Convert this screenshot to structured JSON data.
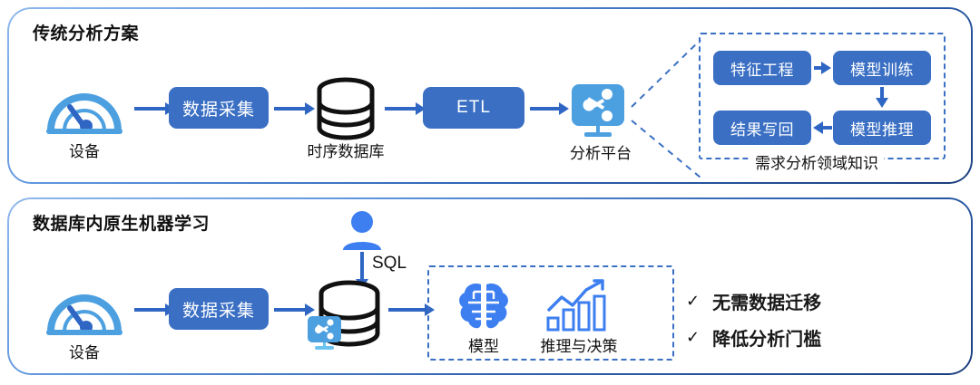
{
  "diagram": {
    "title_traditional": "传统分析方案",
    "title_native": "数据库内原生机器学习"
  },
  "top_panel": {
    "title": "传统分析方案",
    "device_label": "设备",
    "device_icon": "gauge-icon",
    "collect_label": "数据采集",
    "db_label": "时序数据库",
    "db_icon": "database-cylinder-icon",
    "etl_label": "ETL",
    "platform_label": "分析平台",
    "platform_icon": "share-monitor-icon",
    "detail_box": {
      "label": "需求分析领域知识",
      "steps": [
        {
          "label": "特征工程"
        },
        {
          "label": "模型训练"
        },
        {
          "label": "模型推理"
        },
        {
          "label": "结果写回"
        }
      ]
    }
  },
  "bottom_panel": {
    "title": "数据库内原生机器学习",
    "device_label": "设备",
    "device_icon": "gauge-icon",
    "collect_label": "数据采集",
    "db_icon": "database-cylinder-icon",
    "db_overlay_icon": "share-monitor-icon",
    "user_icon": "person-icon",
    "sql_label": "SQL",
    "ml_box": {
      "items": [
        {
          "label": "模型",
          "icon": "brain-icon"
        },
        {
          "label": "推理与决策",
          "icon": "bar-chart-trend-icon"
        }
      ]
    },
    "benefits": [
      {
        "mark": "✓",
        "label": "无需数据迁移"
      },
      {
        "mark": "✓",
        "label": "降低分析门槛"
      }
    ]
  },
  "colors": {
    "box_blue": "#3a6fc4",
    "arrow_blue": "#2f66c4",
    "icon_light_blue": "#4da0e0",
    "icon_bright_blue": "#3d7ff0",
    "panel_border_light": "#8fb8ec",
    "panel_border_dark": "#1b3f7d",
    "dashed_blue": "#3a6fc4",
    "text_dark": "#111111"
  }
}
